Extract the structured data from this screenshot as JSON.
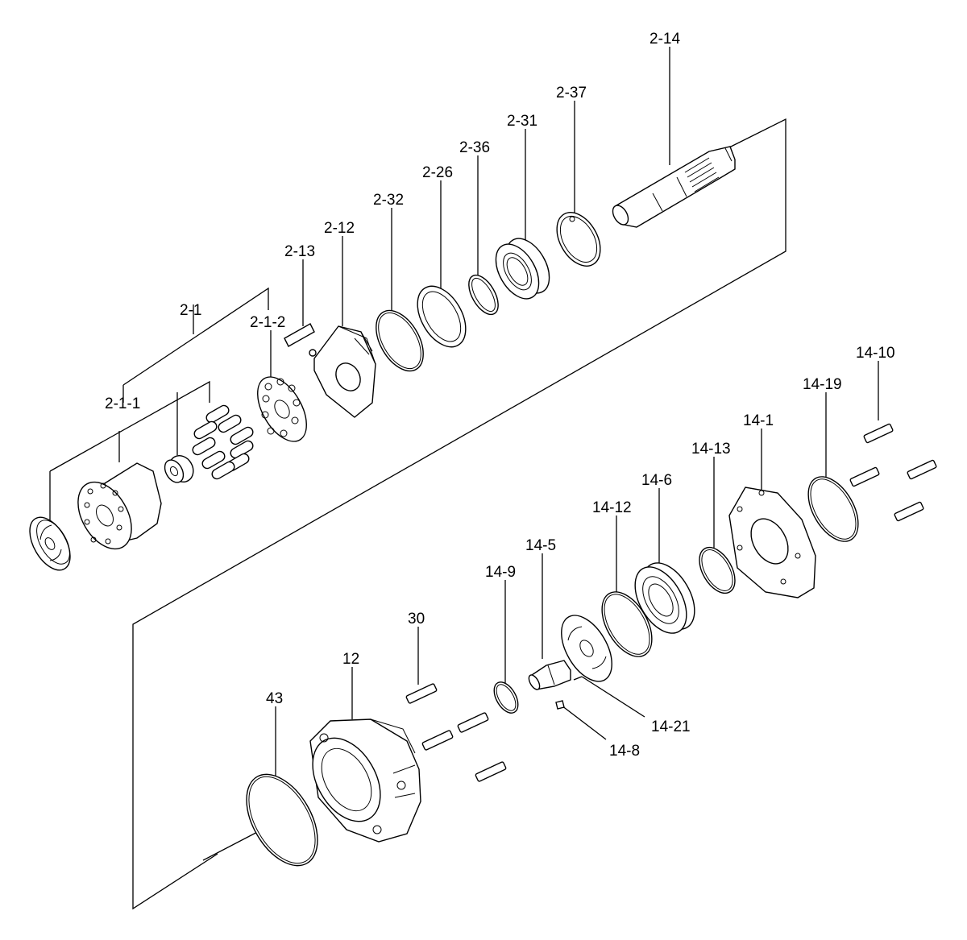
{
  "labels": {
    "p2_14": "2-14",
    "p2_37": "2-37",
    "p2_31": "2-31",
    "p2_36": "2-36",
    "p2_26": "2-26",
    "p2_32": "2-32",
    "p2_12": "2-12",
    "p2_13": "2-13",
    "p2_1": "2-1",
    "p2_1_2": "2-1-2",
    "p2_1_1": "2-1-1",
    "p14_10": "14-10",
    "p14_19": "14-19",
    "p14_1": "14-1",
    "p14_13": "14-13",
    "p14_6": "14-6",
    "p14_12": "14-12",
    "p14_5": "14-5",
    "p14_9": "14-9",
    "p30": "30",
    "p12": "12",
    "p43": "43",
    "p14_21": "14-21",
    "p14_8": "14-8"
  }
}
